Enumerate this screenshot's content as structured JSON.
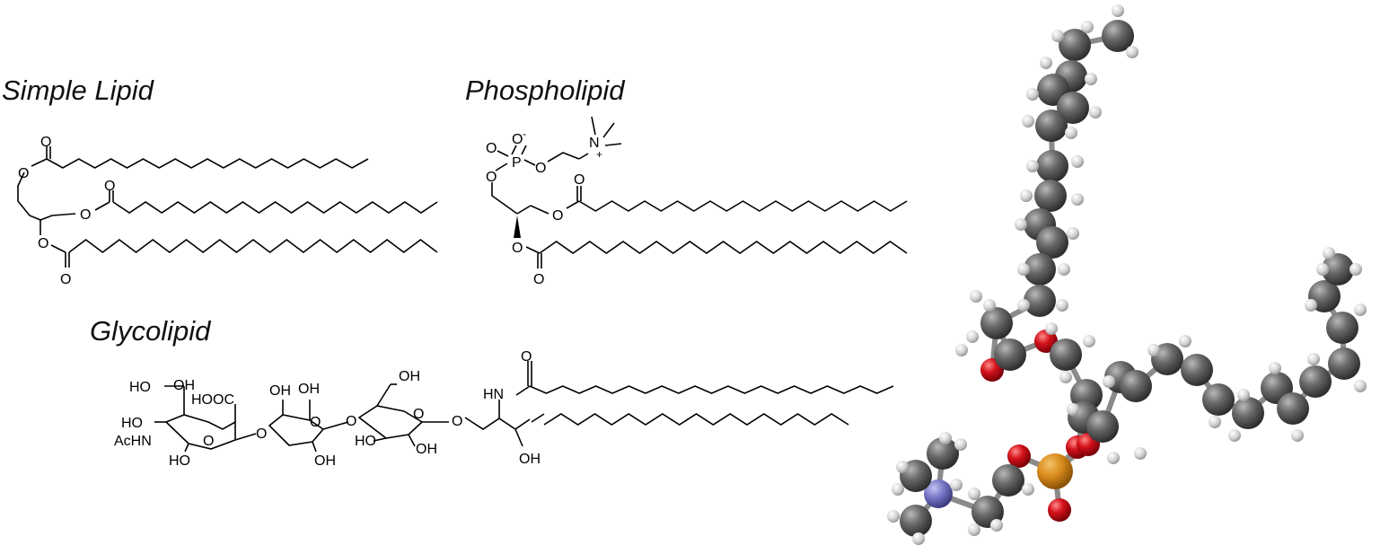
{
  "titles": {
    "simple": "Simple Lipid",
    "phospholipid": "Phospholipid",
    "glycolipid": "Glycolipid"
  },
  "atoms": {
    "O": "O",
    "P": "P",
    "N": "N",
    "plus": "+",
    "minus": "-",
    "OH": "OH",
    "HO": "HO",
    "HOOC": "HOOC",
    "AcHN": "AcHN",
    "HN": "HN"
  },
  "model_colors": {
    "carbon": "#5e5e5e",
    "hydrogen": "#d9d9d9",
    "oxygen": "#d4121b",
    "phosphorus": "#d88a1c",
    "nitrogen": "#7676c6"
  }
}
